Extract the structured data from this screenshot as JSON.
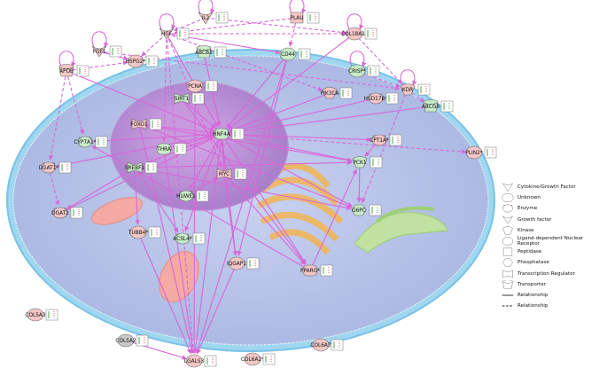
{
  "nodes": [
    {
      "id": "IL2",
      "label": "IL2",
      "shape": "cytokine",
      "tint": "pink"
    },
    {
      "id": "PLAU",
      "label": "PLAU",
      "shape": "peptidase",
      "tint": "pink"
    },
    {
      "id": "HGF",
      "label": "HGF",
      "shape": "growth",
      "tint": "pink"
    },
    {
      "id": "COL18A1",
      "label": "COL18A1*",
      "shape": "other",
      "tint": "pink"
    },
    {
      "id": "ABCB1",
      "label": "ABCB1",
      "shape": "transporter",
      "tint": "green"
    },
    {
      "id": "FGF1",
      "label": "FGF1",
      "shape": "growth",
      "tint": "pink"
    },
    {
      "id": "HSPG2",
      "label": "HSPG2*",
      "shape": "other",
      "tint": "pink"
    },
    {
      "id": "CD44",
      "label": "CD44",
      "shape": "other",
      "tint": "green"
    },
    {
      "id": "CRISP",
      "label": "CRISP*",
      "shape": "other",
      "tint": "green"
    },
    {
      "id": "APOB",
      "label": "APOB",
      "shape": "transporter",
      "tint": "pink"
    },
    {
      "id": "KDR",
      "label": "KDR",
      "shape": "kinase",
      "tint": "pink"
    },
    {
      "id": "PIK3CA",
      "label": "PIK3CA",
      "shape": "kinase",
      "tint": "pink"
    },
    {
      "id": "HSD17B",
      "label": "HSD17B*",
      "shape": "enzyme",
      "tint": "pink"
    },
    {
      "id": "ABCG8",
      "label": "ABCG8",
      "shape": "transporter",
      "tint": "green"
    },
    {
      "id": "PCNA",
      "label": "PCNA",
      "shape": "other",
      "tint": "pink"
    },
    {
      "id": "SIRT1",
      "label": "SIRT1",
      "shape": "transcription",
      "tint": "green"
    },
    {
      "id": "FOXO1",
      "label": "FOXO1",
      "shape": "transcription",
      "tint": "pink"
    },
    {
      "id": "HNF4A",
      "label": "HNF4A",
      "shape": "nuclear",
      "tint": "green"
    },
    {
      "id": "CYP7A1",
      "label": "CYP7A1*",
      "shape": "enzyme",
      "tint": "green"
    },
    {
      "id": "THRA",
      "label": "THRA",
      "shape": "nuclear",
      "tint": "green"
    },
    {
      "id": "CPT1A",
      "label": "CPT1A*",
      "shape": "enzyme",
      "tint": "pink"
    },
    {
      "id": "DGAT1",
      "label": "DGAT1*",
      "shape": "enzyme",
      "tint": "pink"
    },
    {
      "id": "SREBF1",
      "label": "SREBF1",
      "shape": "transcription",
      "tint": "green"
    },
    {
      "id": "PCK1",
      "label": "PCK1",
      "shape": "kinase",
      "tint": "green"
    },
    {
      "id": "PLIN2",
      "label": "PLIN2*",
      "shape": "other",
      "tint": "pink"
    },
    {
      "id": "MYC",
      "label": "MYC",
      "shape": "transcription",
      "tint": "pink"
    },
    {
      "id": "HUWE1",
      "label": "HUWE1",
      "shape": "enzyme",
      "tint": "green"
    },
    {
      "id": "DGAT2",
      "label": "DGAT2",
      "shape": "enzyme",
      "tint": "pink"
    },
    {
      "id": "G6PC",
      "label": "G6PC",
      "shape": "phosphatase",
      "tint": "green"
    },
    {
      "id": "TUBB4",
      "label": "TUBB4*",
      "shape": "other",
      "tint": "pink"
    },
    {
      "id": "ACSL4",
      "label": "ACSL4*",
      "shape": "enzyme",
      "tint": "green"
    },
    {
      "id": "IQGAP1",
      "label": "IQGAP1",
      "shape": "other",
      "tint": "pink"
    },
    {
      "id": "PPARG",
      "label": "PPARG*",
      "shape": "nuclear",
      "tint": "pink"
    },
    {
      "id": "COL5A3",
      "label": "COL5A3",
      "shape": "other",
      "tint": "pink"
    },
    {
      "id": "COL5A2",
      "label": "COL5A2",
      "shape": "other",
      "tint": "gray"
    },
    {
      "id": "LGALS3",
      "label": "LGALS3",
      "shape": "other",
      "tint": "pink"
    },
    {
      "id": "COL6A2",
      "label": "COL6A2*",
      "shape": "other",
      "tint": "pink"
    },
    {
      "id": "COL6A3",
      "label": "COL6A3",
      "shape": "other",
      "tint": "pink"
    }
  ],
  "edges": [
    {
      "from": "HGF",
      "to": "CD44",
      "style": "solid"
    },
    {
      "from": "HGF",
      "to": "COL18A1",
      "style": "dashed"
    },
    {
      "from": "IL2",
      "to": "HGF",
      "style": "dashed"
    },
    {
      "from": "IL2",
      "to": "COL18A1",
      "style": "dashed"
    },
    {
      "from": "PLAU",
      "to": "HGF",
      "style": "dashed"
    },
    {
      "from": "PLAU",
      "to": "CD44",
      "style": "dashed"
    },
    {
      "from": "HGF",
      "to": "HSPG2",
      "style": "dashed"
    },
    {
      "from": "HGF",
      "to": "HNF4A",
      "style": "solid"
    },
    {
      "from": "HGF",
      "to": "MYC",
      "style": "dashed"
    },
    {
      "from": "HGF",
      "to": "PIK3CA",
      "style": "dashed"
    },
    {
      "from": "HGF",
      "to": "LGALS3",
      "style": "dashed"
    },
    {
      "from": "FGF1",
      "to": "HSPG2",
      "style": "solid"
    },
    {
      "from": "FGF1",
      "to": "KDR",
      "style": "dashed"
    },
    {
      "from": "ABCB1",
      "to": "HNF4A",
      "style": "solid"
    },
    {
      "from": "CD44",
      "to": "HNF4A",
      "style": "solid"
    },
    {
      "from": "CD44",
      "to": "LGALS3",
      "style": "solid"
    },
    {
      "from": "CD44",
      "to": "IQGAP1",
      "style": "solid"
    },
    {
      "from": "COL18A1",
      "to": "KDR",
      "style": "dashed"
    },
    {
      "from": "CRISP",
      "to": "KDR",
      "style": "dashed"
    },
    {
      "from": "KDR",
      "to": "ABCG8",
      "style": "dashed"
    },
    {
      "from": "HSD17B",
      "to": "HNF4A",
      "style": "solid"
    },
    {
      "from": "PIK3CA",
      "to": "HNF4A",
      "style": "solid"
    },
    {
      "from": "ABCG8",
      "to": "HNF4A",
      "style": "solid"
    },
    {
      "from": "APOB",
      "to": "HNF4A",
      "style": "solid"
    },
    {
      "from": "APOB",
      "to": "DGAT1",
      "style": "dashed"
    },
    {
      "from": "APOB",
      "to": "CYP7A1",
      "style": "dashed"
    },
    {
      "from": "APOB",
      "to": "HSPG2",
      "style": "dashed"
    },
    {
      "from": "FOXO1",
      "to": "HNF4A",
      "style": "solid"
    },
    {
      "from": "SIRT1",
      "to": "HNF4A",
      "style": "solid"
    },
    {
      "from": "PCNA",
      "to": "HNF4A",
      "style": "solid"
    },
    {
      "from": "CYP7A1",
      "to": "HNF4A",
      "style": "solid"
    },
    {
      "from": "THRA",
      "to": "HNF4A",
      "style": "solid"
    },
    {
      "from": "SREBF1",
      "to": "HNF4A",
      "style": "solid"
    },
    {
      "from": "MYC",
      "to": "HNF4A",
      "style": "solid"
    },
    {
      "from": "HNF4A",
      "to": "CPT1A",
      "style": "solid"
    },
    {
      "from": "HNF4A",
      "to": "PCK1",
      "style": "solid"
    },
    {
      "from": "HNF4A",
      "to": "G6PC",
      "style": "solid"
    },
    {
      "from": "HNF4A",
      "to": "PLIN2",
      "style": "dashed"
    },
    {
      "from": "HNF4A",
      "to": "PPARG",
      "style": "solid"
    },
    {
      "from": "HNF4A",
      "to": "IQGAP1",
      "style": "solid"
    },
    {
      "from": "HNF4A",
      "to": "ACSL4",
      "style": "solid"
    },
    {
      "from": "HNF4A",
      "to": "HUWE1",
      "style": "solid"
    },
    {
      "from": "HNF4A",
      "to": "LGALS3",
      "style": "solid"
    },
    {
      "from": "HNF4A",
      "to": "DGAT1",
      "style": "solid"
    },
    {
      "from": "HNF4A",
      "to": "DGAT2",
      "style": "solid"
    },
    {
      "from": "DGAT1",
      "to": "DGAT2",
      "style": "dashed"
    },
    {
      "from": "SREBF1",
      "to": "DGAT2",
      "style": "solid"
    },
    {
      "from": "SREBF1",
      "to": "TUBB4",
      "style": "solid"
    },
    {
      "from": "SREBF1",
      "to": "ACSL4",
      "style": "solid"
    },
    {
      "from": "SREBF1",
      "to": "PCK1",
      "style": "solid"
    },
    {
      "from": "SREBF1",
      "to": "G6PC",
      "style": "solid"
    },
    {
      "from": "FOXO1",
      "to": "PCK1",
      "style": "solid"
    },
    {
      "from": "FOXO1",
      "to": "G6PC",
      "style": "solid"
    },
    {
      "from": "FOXO1",
      "to": "LGALS3",
      "style": "solid"
    },
    {
      "from": "SIRT1",
      "to": "PPARG",
      "style": "solid"
    },
    {
      "from": "MYC",
      "to": "IQGAP1",
      "style": "solid"
    },
    {
      "from": "MYC",
      "to": "PPARG",
      "style": "solid"
    },
    {
      "from": "HUWE1",
      "to": "MYC",
      "style": "solid"
    },
    {
      "from": "PCK1",
      "to": "G6PC",
      "style": "solid"
    },
    {
      "from": "CPT1A",
      "to": "PCK1",
      "style": "solid"
    },
    {
      "from": "PPARG",
      "to": "PCK1",
      "style": "solid"
    },
    {
      "from": "PPARG",
      "to": "CYP7A1",
      "style": "solid"
    },
    {
      "from": "IQGAP1",
      "to": "LGALS3",
      "style": "solid"
    },
    {
      "from": "TUBB4",
      "to": "LGALS3",
      "style": "solid"
    },
    {
      "from": "COL5A2",
      "to": "LGALS3",
      "style": "solid"
    },
    {
      "from": "THRA",
      "to": "LGALS3",
      "style": "solid"
    },
    {
      "from": "PCNA",
      "to": "LGALS3",
      "style": "solid"
    },
    {
      "from": "KDR",
      "to": "G6PC",
      "style": "dashed"
    },
    {
      "from": "COL18A1",
      "to": "HNF4A",
      "style": "solid"
    },
    {
      "from": "HGF",
      "to": "THRA",
      "style": "dashed"
    }
  ],
  "legend": [
    {
      "icon": "cytokine",
      "label": "Cytokine/Growth Factor"
    },
    {
      "icon": "other",
      "label": "Unknown"
    },
    {
      "icon": "enzyme",
      "label": "Enzyme"
    },
    {
      "icon": "growth",
      "label": "Growth factor"
    },
    {
      "icon": "kinase",
      "label": "Kinase"
    },
    {
      "icon": "nuclear",
      "label": "Ligand-dependent Nuclear Receptor"
    },
    {
      "icon": "peptidase",
      "label": "Peptidase"
    },
    {
      "icon": "phosphatase",
      "label": "Phosphatase"
    },
    {
      "icon": "transcription",
      "label": "Transcription Regulator"
    },
    {
      "icon": "transporter",
      "label": "Transporter"
    },
    {
      "icon": "solid-line",
      "label": "Relationship"
    },
    {
      "icon": "dashed-line",
      "label": "Relationship"
    }
  ],
  "colors": {
    "edge": "#d966d9",
    "cytoplasm": "#b7c3e8",
    "membrane": "#8fd0ee",
    "nucleus": "#b98fd4",
    "mito": "#f2a7a0",
    "golgi": "#f7c36a",
    "er": "#b8e08e",
    "pink_node": "#f4c6c6",
    "green_node": "#c9ebc8",
    "gray_node": "#c8c8c8"
  }
}
